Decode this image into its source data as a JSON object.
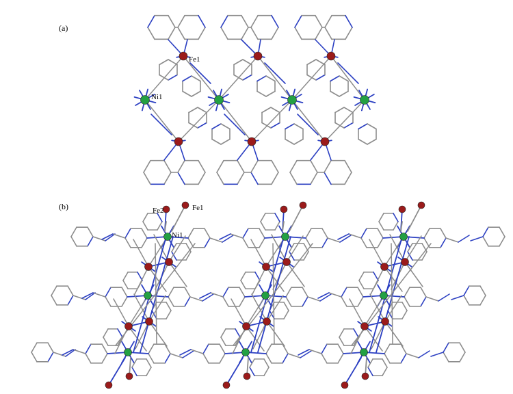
{
  "panels": [
    {
      "id": "a",
      "label": "(a)",
      "atom_labels": [
        "Fe1",
        "Ni1"
      ]
    },
    {
      "id": "b",
      "label": "(b)",
      "atom_labels": [
        "Fe2",
        "Fe1",
        "Ni1"
      ]
    }
  ],
  "colors": {
    "background": "#ffffff",
    "carbon": "#8c8c8c",
    "nitrogen": "#2b3fc2",
    "iron": "#9b1b1b",
    "nickel": "#23a043"
  }
}
